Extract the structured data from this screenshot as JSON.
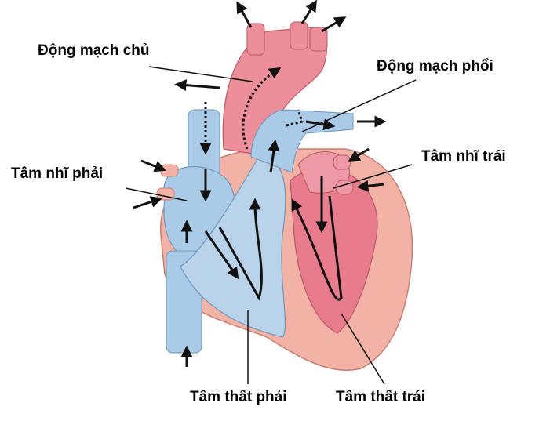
{
  "labels": {
    "aorta": "Động mạch chủ",
    "pulmonary_artery": "Động mạch phổi",
    "right_atrium": "Tâm nhĩ phải",
    "left_atrium": "Tâm nhĩ trái",
    "right_ventricle": "Tâm thất phải",
    "left_ventricle": "Tâm thất trái"
  },
  "colors": {
    "oxygenated": "#ec8f9a",
    "deoxygenated": "#a9cbe8",
    "muscle": "#f2b3a6"
  }
}
